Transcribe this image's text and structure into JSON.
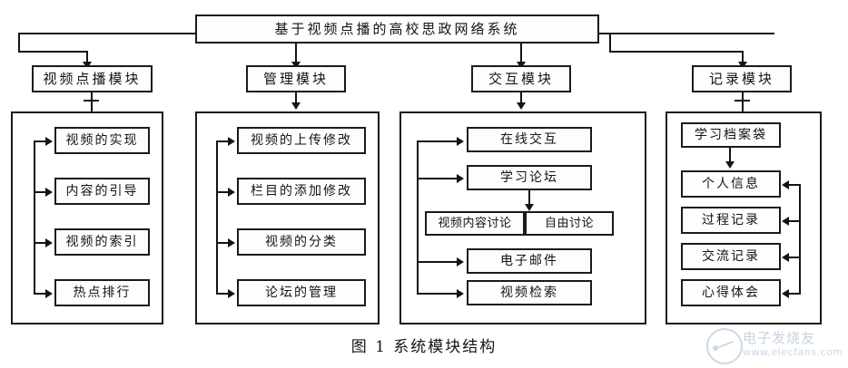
{
  "figure": {
    "cut_off_header_text": "",
    "caption": "图 1    系统模块结构",
    "title_box": "基于视频点播的高校思政网络系统"
  },
  "modules": [
    {
      "name": "视频点播模块"
    },
    {
      "name": "管理模块"
    },
    {
      "name": "交互模块"
    },
    {
      "name": "记录模块"
    }
  ],
  "columns": [
    {
      "module": "视频点播模块",
      "items": [
        "视频的实现",
        "内容的引导",
        "视频的索引",
        "热点排行"
      ]
    },
    {
      "module": "管理模块",
      "items": [
        "视频的上传修改",
        "栏目的添加修改",
        "视频的分类",
        "论坛的管理"
      ]
    },
    {
      "module": "交互模块",
      "items": [
        "在线交互",
        "学习论坛",
        "视频内容讨论",
        "自由讨论",
        "电子邮件",
        "视频检索"
      ]
    },
    {
      "module": "记录模块",
      "items": [
        "学习档案袋",
        "个人信息",
        "过程记录",
        "交流记录",
        "心得体会"
      ]
    }
  ],
  "watermark": {
    "cn": "电子发烧友",
    "url": "www.elecfans.com"
  },
  "colors": {
    "stroke": "#141414",
    "background": "#ffffff",
    "watermark": "#8aa2c8"
  }
}
